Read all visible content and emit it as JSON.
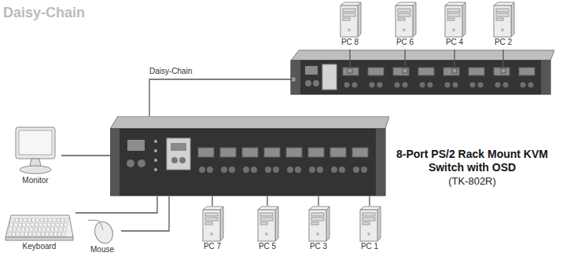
{
  "diagram": {
    "title": "Daisy-Chain",
    "nodes": [
      {
        "text": [
          "PC 8"
        ]
      },
      {
        "text": [
          "PC 6"
        ]
      },
      {
        "text": [
          "PC 4"
        ]
      },
      {
        "text": [
          "PC 2"
        ]
      },
      {
        "text": [
          "Monitor"
        ]
      },
      {
        "text": [
          "8-Port PS/2 Rack Mount KVM Switch with OSD",
          "(TK-802R)"
        ]
      },
      {
        "text": [
          "Keyboard"
        ]
      },
      {
        "text": [
          "Mouse"
        ]
      },
      {
        "text": [
          "PC 7"
        ]
      },
      {
        "text": [
          "PC 5"
        ]
      },
      {
        "text": [
          "PC 3"
        ]
      },
      {
        "text": [
          "PC 1"
        ]
      }
    ],
    "edges": [
      {
        "from": 4,
        "to": 5,
        "arrow": "none"
      },
      {
        "from": 6,
        "to": 5,
        "arrow": "none"
      },
      {
        "from": 7,
        "to": 5,
        "arrow": "none"
      },
      {
        "from": 8,
        "to": 5,
        "arrow": "none"
      },
      {
        "from": 9,
        "to": 5,
        "arrow": "none"
      },
      {
        "from": 10,
        "to": 5,
        "arrow": "none"
      },
      {
        "from": 11,
        "to": 5,
        "arrow": "none"
      }
    ],
    "labels": [
      "Daisy-Chain"
    ]
  }
}
